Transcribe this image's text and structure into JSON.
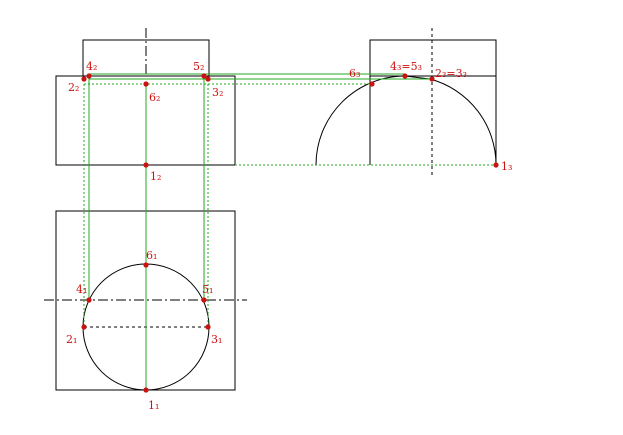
{
  "colors": {
    "outline": "#000000",
    "projection": "#22aa22",
    "point": "#cc1111",
    "label": "#cc1111"
  },
  "labels": {
    "front": {
      "p2": "2₂",
      "p3": "3₂",
      "p4": "4₂",
      "p5": "5₂",
      "p6": "6₂",
      "p1": "1₂"
    },
    "side": {
      "p6": "6₃",
      "p45": "4₃=5₃",
      "p23": "2₃=3₃",
      "p1": "1₃"
    },
    "top": {
      "p6": "6₁",
      "p4": "4₁",
      "p5": "5₁",
      "p2": "2₁",
      "p3": "3₁",
      "p1": "1₁"
    }
  }
}
